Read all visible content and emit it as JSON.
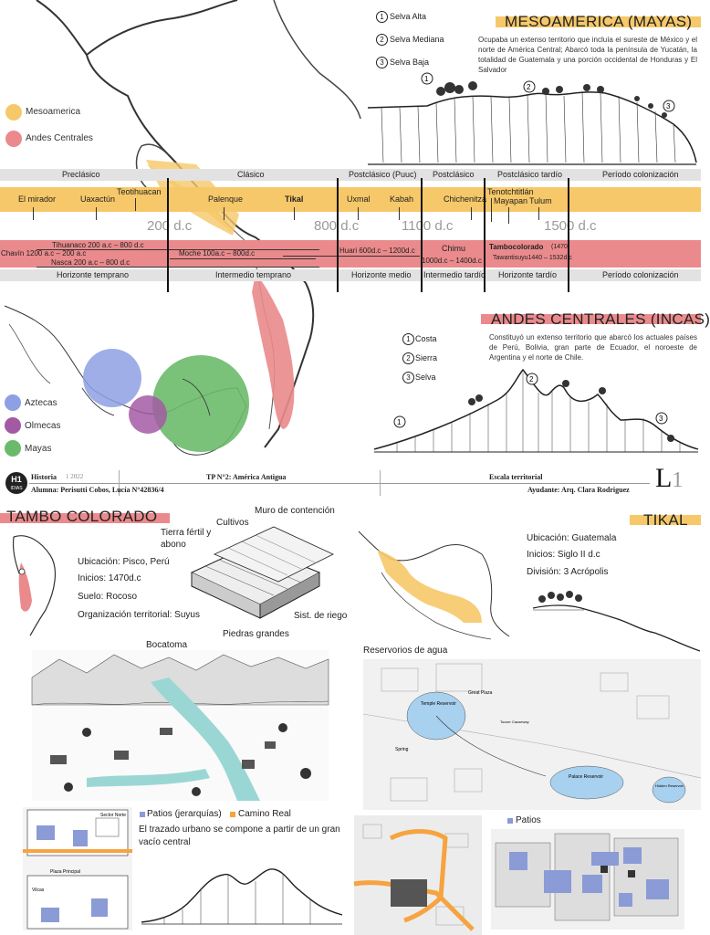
{
  "colors": {
    "mesoamerica": "#f6c869",
    "andes": "#ea8a8c",
    "aztecas": "#8ea0e3",
    "olmecas": "#a35aa3",
    "mayas": "#6bba6b",
    "patios": "#8a9bd6",
    "camino_real": "#f6a340"
  },
  "map_legend": {
    "mesoamerica": "Mesoamerica",
    "andes": "Andes Centrales"
  },
  "timeline": {
    "meso_periods": [
      "Preclásico",
      "Clásico",
      "Postclásico (Puuc)",
      "Postclásico",
      "Postclásico tardío",
      "Período colonización"
    ],
    "meso_sites": [
      "El mirador",
      "Uaxactún",
      "Teotihuacan",
      "Palenque",
      "Tikal",
      "Uxmal",
      "Kabah",
      "Chichenitzá",
      "Tenotchtitlán",
      "Mayapan",
      "Tulum"
    ],
    "years": [
      "200 d.c",
      "800 d.c",
      "1100 d.c",
      "1500 d.c"
    ],
    "andes_sites": {
      "tihuanaco": "Tihuanaco 200 a.c – 800 d.c",
      "chavin": "Chavín 1200 a.c – 200 a.c",
      "nasca": "Nasca 200 a.c – 800 d.c",
      "moche": "Moche 100a.c – 800d.c",
      "huari": "Huari 600d.c – 1200d.c",
      "chimu": "Chimu",
      "chimu_dates": "1000d.c – 1400d.c",
      "tambocolorado": "Tambocolorado",
      "tambo_date": "(1470)",
      "tawantisuyu": "Tawantisuyu1440 – 1532d.c"
    },
    "andes_periods": [
      "Horizonte temprano",
      "Intermedio temprano",
      "Horizonte medio",
      "Intermedio tardío",
      "Horizonte tardío",
      "Período colonización"
    ]
  },
  "meso": {
    "title": "MESOAMERICA (MAYAS)",
    "legend": [
      "Selva Alta",
      "Selva Mediana",
      "Selva Baja"
    ],
    "nums": [
      "1",
      "2",
      "3"
    ],
    "text": "Ocupaba un extenso territorio que incluía el sureste de México y el norte de América Central; Abarcó toda la península de Yucatán, la totalidad de Guatemala y una porción occidental de Honduras y El Salvador"
  },
  "andes": {
    "title": "ANDES CENTRALES (INCAS)",
    "legend": [
      "Costa",
      "Sierra",
      "Selva"
    ],
    "text": "Constituyó un extenso territorio que abarcó los actuales países de Perú, Bolivia, gran parte de Ecuador, el noroeste de Argentina y el norte de Chile."
  },
  "cultures_legend": [
    "Aztecas",
    "Olmecas",
    "Mayas"
  ],
  "header": {
    "logo": "H1",
    "logo_sub": "IDIAS",
    "course": "Historia",
    "year": "1 2022",
    "tp": "TP N°2: América Antigua",
    "scale": "Escala territorial",
    "student": "Alumna: Perisutti Cobos, Lucía N°42836/4",
    "assistant": "Ayudante: Arq. Clara Rodriguez",
    "sheet_letter": "L",
    "sheet_number": "1"
  },
  "tambo": {
    "title": "TAMBO COLORADO",
    "info": [
      "Ubicación: Pisco, Perú",
      "Inicios: 1470d.c",
      "Suelo: Rocoso",
      "Organización territorial: Suyus"
    ],
    "labels": {
      "cultivos": "Cultivos",
      "muro": "Muro de contención",
      "tierra": "Tierra fértil y abono",
      "riego": "Sist. de riego",
      "piedras": "Piedras grandes",
      "bocatoma": "Bocatoma"
    },
    "legend": {
      "patios": "Patios (jerarquías)",
      "camino": "Camino Real"
    },
    "urban_text": "El trazado urbano se compone a partir de un gran vacío central",
    "plan_labels": {
      "sector_norte": "Sector Norte",
      "plaza": "Plaza Principal",
      "vilcas": "Vilcas"
    }
  },
  "tikal": {
    "title": "TIKAL",
    "info": [
      "Ubicación: Guatemala",
      "Inicios: Siglo II d.c",
      "División: 3 Acrópolis"
    ],
    "reservoirs": "Reservorios de agua",
    "patios": "Patios",
    "map_labels": {
      "temple": "Temple Reservoir",
      "palace": "Palace Reservoir",
      "hidden": "Hidden Reservoir",
      "causeway": "Tozzer Causeway",
      "spring": "Spring",
      "great_plaza": "Great Plaza"
    }
  }
}
